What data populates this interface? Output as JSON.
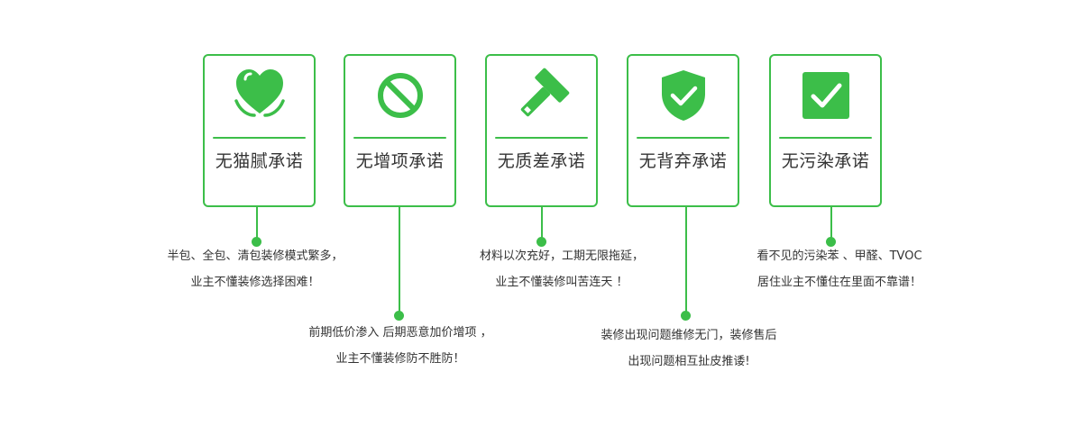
{
  "colors": {
    "accent": "#3cbe49",
    "text": "#333333"
  },
  "cards": [
    {
      "title": "无猫腻承诺",
      "icon": "heart-hands-icon",
      "desc": [
        "半包、全包、清包装修模式繁多，",
        "业主不懂装修选择困难！"
      ]
    },
    {
      "title": "无增项承诺",
      "icon": "prohibited-icon",
      "desc": [
        "前期低价渗入 后期恶意加价增项 ，",
        "业主不懂装修防不胜防！"
      ]
    },
    {
      "title": "无质差承诺",
      "icon": "hammer-icon",
      "desc": [
        "材料以次充好，工期无限拖延，",
        "业主不懂装修叫苦连天 ！"
      ]
    },
    {
      "title": "无背弃承诺",
      "icon": "shield-check-icon",
      "desc": [
        "装修出现问题维修无门，装修售后",
        "出现问题相互扯皮推诿!"
      ]
    },
    {
      "title": "无污染承诺",
      "icon": "checkbox-icon",
      "desc": [
        "看不见的污染苯 、甲醛、TVOC",
        "居住业主不懂住在里面不靠谱！"
      ]
    }
  ]
}
